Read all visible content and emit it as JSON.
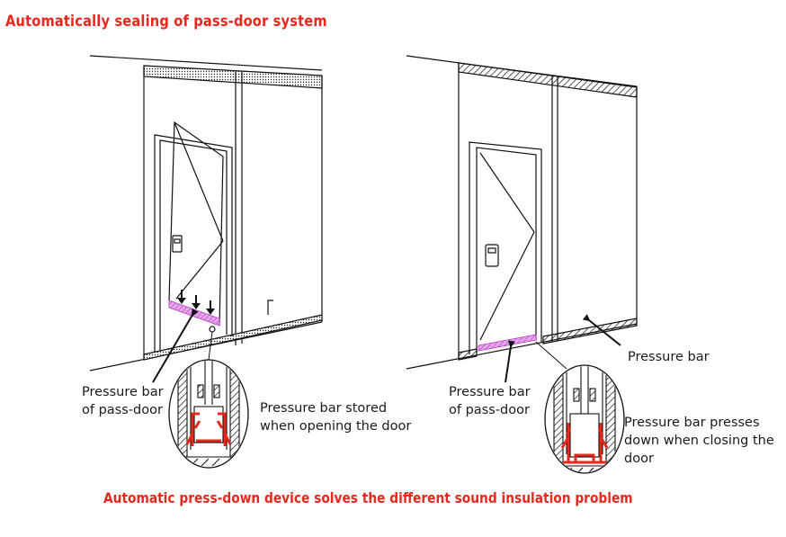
{
  "title": "Automatically sealing of pass-door system",
  "footer": "Automatic press-down device solves the different sound insulation problem",
  "left_diagram": {
    "label_pass_door": [
      "Pressure bar",
      "of pass-door"
    ],
    "label_stored": [
      "Pressure bar stored",
      "when opening the door"
    ]
  },
  "right_diagram": {
    "label_pressure_bar": "Pressure bar",
    "label_pass_door": [
      "Pressure bar",
      "of pass-door"
    ],
    "label_presses": [
      "Pressure bar presses",
      "down when closing the",
      "door"
    ]
  },
  "colors": {
    "accent": "#e8281c",
    "bar": "#d36fd9",
    "line": "#111111"
  }
}
